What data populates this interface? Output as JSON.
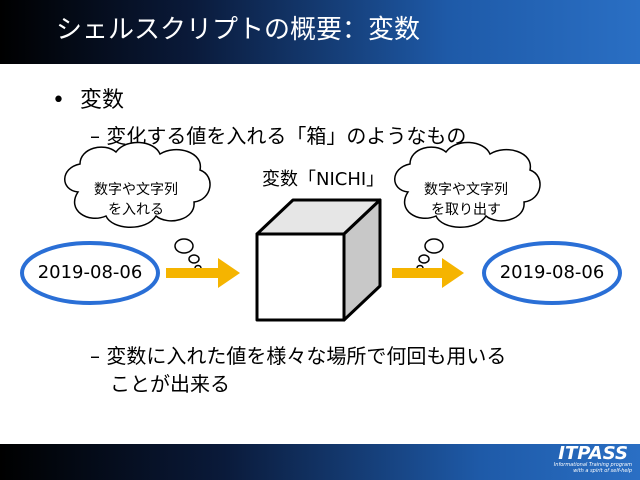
{
  "slide": {
    "title": "シェルスクリプトの概要：変数",
    "bullet": "変数",
    "sub1": "– 変化する値を入れる「箱」のようなもの",
    "variable_label": "変数「NICHI」",
    "cloud_left": "数字や文字列\nを入れる",
    "cloud_right": "数字や文字列\nを取り出す",
    "value_left": "2019-08-06",
    "value_right": "2019-08-06",
    "sub2_line1": "– 変数に入れた値を様々な場所で何回も用いる",
    "sub2_line2": "ことが出来る"
  },
  "footer": {
    "logo": "ITPASS",
    "tagline": "Informational Training program with a spirit of self-help"
  },
  "colors": {
    "ellipse": "#2a6fd6",
    "arrow": "#f5b400",
    "cube_front": "#ffffff",
    "cube_side": "#c8c8c8",
    "cube_top": "#e6e6e6"
  }
}
